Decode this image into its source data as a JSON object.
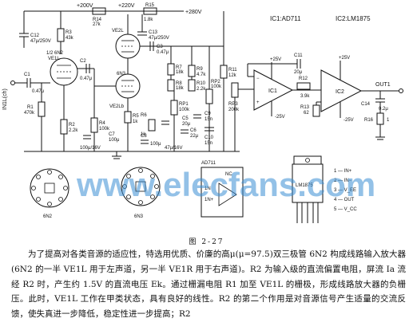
{
  "schematic": {
    "supplies": {
      "v200": "+200V",
      "v220": "+220V",
      "v280": "+280V",
      "p25a": "+25V",
      "m25a": "-25V",
      "p25b": "+25V",
      "m25b": "-25V",
      "v16": "100μ/16V",
      "v16b": "47μ/16V"
    },
    "tubes": {
      "ve1l": "1/2 6N2",
      "ve1l_name": "VE1L",
      "ve2l": "VE2L",
      "ve2l_b": "VE2Lb",
      "tube6n3": "6N3"
    },
    "resistors": {
      "r1": "R1",
      "r1v": "470k",
      "r2": "R2",
      "r2v": "2.2k",
      "r3": "R3",
      "r3v": "43k",
      "r4": "R4",
      "r4v": "100k",
      "r5": "R5",
      "r5v": "1k",
      "r6": "R6",
      "r6v": "1k",
      "r7": "R7",
      "r7v": "18k",
      "r8": "R8",
      "r8v": "18k",
      "r9": "R9",
      "r9v": "4.7k",
      "r10": "R10",
      "r10v": "2.2k",
      "r11": "R11",
      "r11v": "12k",
      "r12": "R12",
      "r12v": "3.9k",
      "r13": "R13",
      "r13v": "62",
      "r14": "R14",
      "r14v": "27k",
      "r15": "R15",
      "r15v": "1.8k",
      "r16": "R16",
      "r16v": "1",
      "rp1": "RP1",
      "rp1v": "100k",
      "rp2": "RP2",
      "rp2v": "100k",
      "rp3": "RP3",
      "rp3v": "200k"
    },
    "capacitors": {
      "c1": "C1",
      "c1v": "0.47μ",
      "c2": "C2",
      "c2v": "0.47μ",
      "c3": "C3",
      "c3v": "0.47μ",
      "c5": "C5",
      "c5v": "20μ",
      "c6": "C6",
      "c6v": "22μ",
      "c7": "C7",
      "c7v": "100μ",
      "c8": "C8",
      "c8v": "100μ",
      "c9": "C9",
      "c9v": "15n",
      "c10": "C10",
      "c10v": "15n",
      "c11": "C11",
      "c11v": "20μ",
      "c12": "C12",
      "c12v": "47μ/250V",
      "c13": "C13",
      "c13v": "47μ/250V",
      "c14": "C14",
      "c14v": "0.2μ"
    },
    "ics": {
      "ic1": "IC1",
      "ic2": "IC2",
      "ic1_title": "IC1:AD711",
      "ic2_title": "IC2:LM1875"
    },
    "io": {
      "input": "IN1L(ch)",
      "output": "OUT1"
    },
    "pinout": {
      "tube_6n2": "6N2",
      "tube_6n3": "6N3",
      "ad711": "AD711",
      "nc": "NC",
      "in_minus": "1N",
      "in_plus": "1N+",
      "lm1875": "LM1875",
      "pins": [
        "1 — IN+",
        "2 — IN−",
        "3 — V_EE",
        "4 — OUT",
        "5 — V_CC"
      ]
    }
  },
  "watermark": "www.elecfans.com",
  "figure_caption": "图 2-27",
  "body_text": "为了提高对各类音源的适应性，特选用优质、价廉的高μ(μ=97.5)双三极管 6N2 构成线路输入放大器(6N2 的一半 VE1L 用于左声道，另一半 VE1R 用于右声道)。R2 为输入级的直流偏置电阻，屏流 Ia 流经 R2 时，产生约 1.5V 的直流电压 Ek。通过栅漏电阻 R1 加至 VE1L 的栅极，形成线路放大器的负栅压。此时，VE1L 工作在甲类状态，具有良好的线性。R2 的第二个作用是对音源信号产生适量的交流反馈，使失真进一步降低，稳定性进一步提高；R2"
}
